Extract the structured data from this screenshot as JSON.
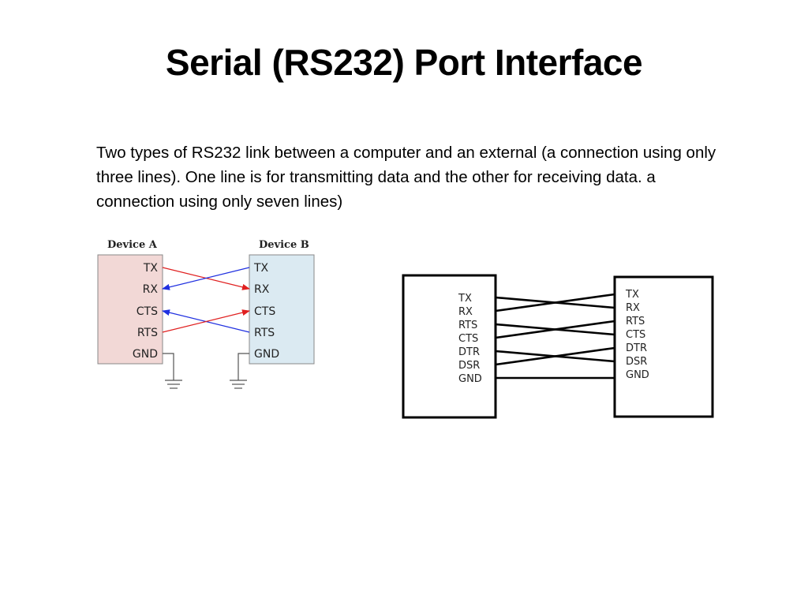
{
  "slide": {
    "title": "Serial (RS232) Port Interface",
    "body": "Two types of RS232 link between a computer and an external  (a connection using only three lines). One line is for transmitting data and the other for receiving data. a connection using only seven lines)"
  },
  "diagram_a": {
    "device_a_label": "Device A",
    "device_b_label": "Device B",
    "pins": [
      "TX",
      "RX",
      "CTS",
      "RTS",
      "GND"
    ],
    "colors": {
      "device_a_fill": "#f2d8d6",
      "device_b_fill": "#dbeaf2",
      "red_line": "#e02020",
      "blue_line": "#2030e0"
    }
  },
  "diagram_b": {
    "left_pins": [
      "TX",
      "RX",
      "RTS",
      "CTS",
      "DTR",
      "DSR",
      "GND"
    ],
    "right_pins": [
      "TX",
      "RX",
      "RTS",
      "CTS",
      "DTR",
      "DSR",
      "GND"
    ]
  }
}
